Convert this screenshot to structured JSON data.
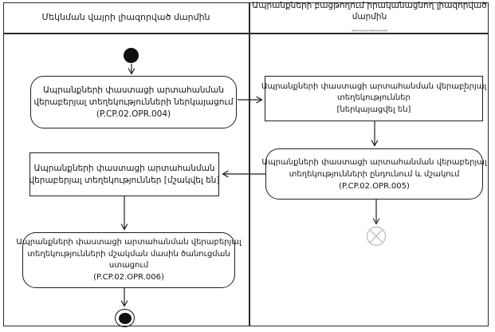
{
  "diagram": {
    "type": "uml-activity-diagram",
    "lanes": [
      {
        "id": "left",
        "title": "Մեկնման վայրի լիազորված մարմին"
      },
      {
        "id": "right",
        "title": "Ապրանքների բացթողում իրականացնող լիազորված մարմին",
        "subtitle_blurred": "··——·—··——··"
      }
    ],
    "nodes": {
      "start": {
        "type": "initial-node"
      },
      "box1": {
        "type": "action",
        "lane": "left",
        "lines": [
          "Ապրանքների փաստացի արտահանման",
          "վերաբերյալ տեղեկությունների ներկայացում",
          "(P.CP.02.OPR.004)"
        ]
      },
      "boxA": {
        "type": "object-state",
        "lane": "right",
        "lines": [
          "Ապրանքների փաստացի արտահանման վերաբերյալ",
          "տեղեկություններ",
          "[ներկայացվել են]"
        ],
        "stray_mark": "ւ"
      },
      "boxB": {
        "type": "action",
        "lane": "right",
        "lines": [
          "Ապրանքների փաստացի արտահանման վերաբերյալ",
          "տեղեկությունների ընդունում և մշակում",
          "(P.CP.02.OPR.005)"
        ]
      },
      "box2": {
        "type": "object-state",
        "lane": "left",
        "lines": [
          "Ապրանքների փաստացի արտահանման",
          "վերաբերյալ տեղեկություններ [մշակվել են]"
        ]
      },
      "box3": {
        "type": "action",
        "lane": "left",
        "lines": [
          "Ապրանքների փաստացի արտահանման վերաբերյալ",
          "տեղեկությունների մշակման մասին ծանուցման",
          "ստացում",
          "(P.CP.02.OPR.006)"
        ]
      },
      "flow_final": {
        "type": "flow-final-node"
      },
      "end": {
        "type": "activity-final-node"
      }
    },
    "edges": [
      "start -> box1",
      "box1 -> boxA",
      "boxA -> boxB",
      "boxB -> box2",
      "boxB -> flow_final",
      "box2 -> box3",
      "box3 -> end"
    ],
    "colors": {
      "line": "#1f1f1f",
      "text": "#141414",
      "background": "#ffffff",
      "faded": "#b9b9b9"
    }
  }
}
